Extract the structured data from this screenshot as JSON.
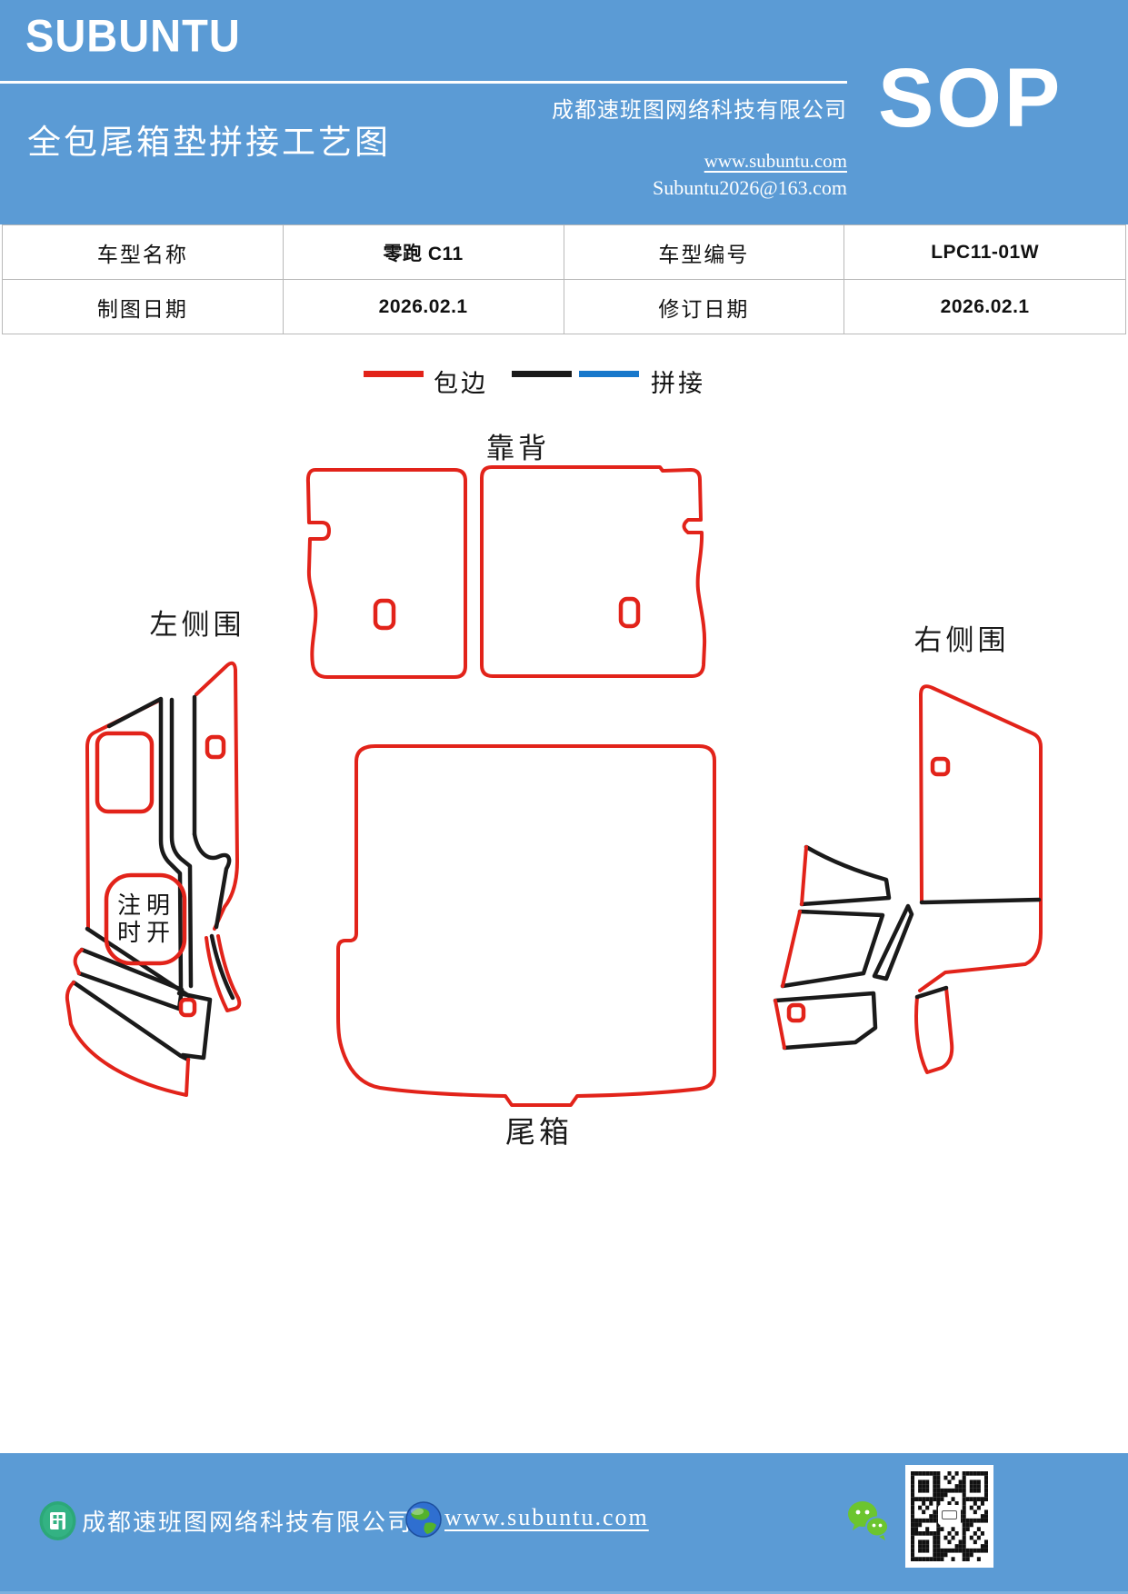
{
  "header": {
    "logo": "SUBUNTU",
    "title": "全包尾箱垫拼接工艺图",
    "company": "成都速班图网络科技有限公司",
    "website": "www.subuntu.com",
    "email": "Subuntu2026@163.com",
    "sop_badge": "SOP",
    "background_color": "#5b9bd5"
  },
  "info_table": {
    "rows": [
      [
        "车型名称",
        "零跑 C11",
        "车型编号",
        "LPC11-01W"
      ],
      [
        "制图日期",
        "2026.02.1",
        "修订日期",
        "2026.02.1"
      ]
    ]
  },
  "legend": {
    "edge_label": "包边",
    "splice_label": "拼接",
    "edge_color": "#e2231a",
    "splice_black": "#1a1a1a",
    "splice_blue": "#1878cb"
  },
  "diagram": {
    "labels": {
      "backrest": "靠背",
      "left_side": "左侧围",
      "right_side": "右侧围",
      "trunk": "尾箱"
    },
    "note": {
      "line1": "注明",
      "line2": "时开"
    },
    "colors": {
      "edge_red": "#e2231a",
      "splice_black": "#1a1a1a"
    }
  },
  "footer": {
    "company": "成都速班图网络科技有限公司",
    "website": "www.subuntu.com",
    "icons": [
      "building-icon",
      "globe-icon",
      "wechat-icon",
      "qr-code"
    ]
  }
}
